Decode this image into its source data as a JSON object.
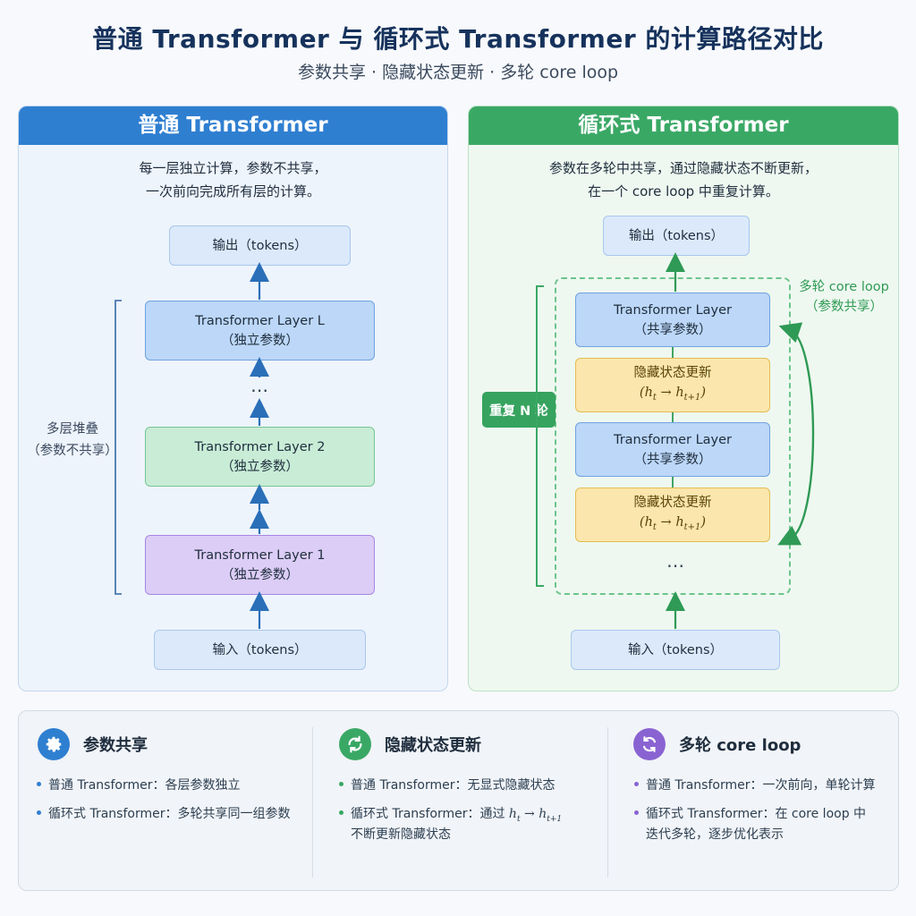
{
  "title": "普通 Transformer 与 循环式 Transformer 的计算路径对比",
  "subtitle": "参数共享 · 隐藏状态更新 · 多轮  core loop",
  "left_panel": {
    "header": "普通 Transformer",
    "desc_line1": "每一层独立计算，参数不共享，",
    "desc_line2": "一次前向完成所有层的计算。",
    "output_box": "输出（tokens）",
    "layer_L_name": "Transformer Layer L",
    "layer_L_param": "（独立参数）",
    "dots": "⋯",
    "layer_2_name": "Transformer Layer 2",
    "layer_2_param": "（独立参数）",
    "layer_1_name": "Transformer Layer 1",
    "layer_1_param": "（独立参数）",
    "input_box": "输入（tokens）",
    "stack_label_line1": "多层堆叠",
    "stack_label_line2": "（参数不共享）"
  },
  "right_panel": {
    "header": "循环式 Transformer",
    "desc_line1": "参数在多轮中共享，通过隐藏状态不断更新，",
    "desc_line2": "在一个 core loop 中重复计算。",
    "output_box": "输出（tokens）",
    "shared_layer_name": "Transformer Layer",
    "shared_layer_param": "（共享参数）",
    "hidden_update": "隐藏状态更新",
    "hidden_formula_h": "h",
    "hidden_formula_sub_t": "t",
    "hidden_formula_arrow": "→",
    "hidden_formula_sub_t1": "t+1",
    "dots": "⋯",
    "input_box": "输入（tokens）",
    "repeat_badge": "重复 N 轮",
    "loop_label_line1": "多轮 core loop",
    "loop_label_line2": "（参数共享）"
  },
  "bottom": {
    "col1": {
      "icon": "gear-icon",
      "title": "参数共享",
      "b1": "普通 Transformer：各层参数独立",
      "b2": "循环式 Transformer：多轮共享同一组参数"
    },
    "col2": {
      "icon": "refresh-icon",
      "title": "隐藏状态更新",
      "b1": "普通 Transformer：无显式隐藏状态",
      "b2_prefix": "循环式 Transformer：通过 ",
      "b2_line2": "不断更新隐藏状态"
    },
    "col3": {
      "icon": "loop-icon",
      "title": "多轮 core loop",
      "b1": "普通 Transformer：一次前向，单轮计算",
      "b2_line1": "循环式 Transformer：在 core loop 中",
      "b2_line2": "迭代多轮，逐步优化表示"
    }
  },
  "colors": {
    "blue_accent": "#2f7fd1",
    "green_accent": "#3aa865",
    "purple_accent": "#8a63d2"
  }
}
